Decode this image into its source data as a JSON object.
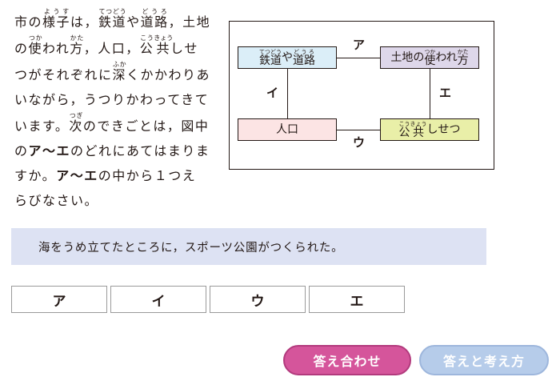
{
  "question": {
    "l1_a": "市の",
    "l1_yousu": "様子",
    "l1_yousu_rt": "ようす",
    "l1_b": "は，",
    "l1_tetsudou": "鉄道",
    "l1_tetsudou_rt": "てつどう",
    "l1_c": "や",
    "l1_douro": "道路",
    "l1_douro_rt": "どうろ",
    "l1_d": "，土地",
    "l2_a": "の",
    "l2_tsuka": "使",
    "l2_tsuka_rt": "つか",
    "l2_b": "われ",
    "l2_kata": "方",
    "l2_kata_rt": "かた",
    "l2_c": "，人口，",
    "l2_kou": "公",
    "l2_kou_rt": "こう",
    "l2_kyou": "共",
    "l2_kyou_rt": "きょう",
    "l2_d": "しせ",
    "l3_a": "つがそれぞれに",
    "l3_fuka": "深",
    "l3_fuka_rt": "ふか",
    "l3_b": "くかかわりあ",
    "l4": "いながら，うつりかわってきて",
    "l5_a": "います。",
    "l5_tsugi": "次",
    "l5_tsugi_rt": "つぎ",
    "l5_b": "のできごとは，図中",
    "l6_a": "の",
    "l6_bold": "ア～エ",
    "l6_b": "のどれにあてはまりま",
    "l7_a": "すか。",
    "l7_bold": "ア～エ",
    "l7_b": "の中から１つえ",
    "l8": "らびなさい。"
  },
  "diagram": {
    "tl_kanji1": "鉄道",
    "tl_rt1": "てつどう",
    "tl_mid": "や",
    "tl_kanji2": "道路",
    "tl_rt2": "どうろ",
    "tr_a": "土地の",
    "tr_kanji1": "使",
    "tr_rt1": "つか",
    "tr_b": "われ",
    "tr_kanji2": "方",
    "tr_rt2": "かた",
    "bl": "人口",
    "br_kanji1": "公",
    "br_rt1": "こう",
    "br_kanji2": "共",
    "br_rt2": "きょう",
    "br_b": "しせつ",
    "label_a": "ア",
    "label_i": "イ",
    "label_u": "ウ",
    "label_e": "エ"
  },
  "item": "海をうめ立てたところに，スポーツ公園がつくられた。",
  "choices": [
    "ア",
    "イ",
    "ウ",
    "エ"
  ],
  "buttons": {
    "check": "答え合わせ",
    "explain": "答えと考え方"
  }
}
